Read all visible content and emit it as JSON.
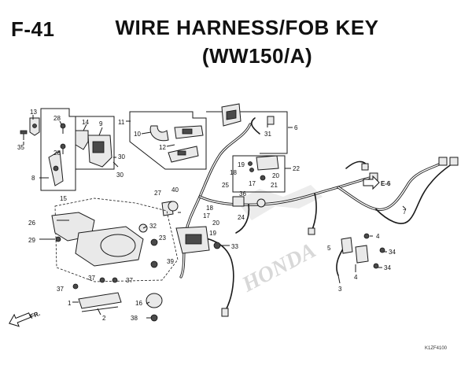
{
  "header": {
    "figure_code": "F-41",
    "title_line1": "WIRE HARNESS/FOB KEY",
    "title_line2": "(WW150/A)"
  },
  "callouts": {
    "p1": "1",
    "p2": "2",
    "p3": "3",
    "p4a": "4",
    "p4b": "4",
    "p5": "5",
    "p6": "6",
    "p7": "7",
    "p8": "8",
    "p9": "9",
    "p10": "10",
    "p11": "11",
    "p12": "12",
    "p13": "13",
    "p14": "14",
    "p15": "15",
    "p16": "16",
    "p17a": "17",
    "p17b": "17",
    "p18a": "18",
    "p18b": "18",
    "p19a": "19",
    "p19b": "19",
    "p20a": "20",
    "p20b": "20",
    "p21": "21",
    "p22": "22",
    "p23": "23",
    "p24": "24",
    "p25": "25",
    "p26": "26",
    "p27": "27",
    "p28a": "28",
    "p28b": "28",
    "p29": "29",
    "p30a": "30",
    "p30b": "30",
    "p31": "31",
    "p32": "32",
    "p33": "33",
    "p34a": "34",
    "p34b": "34",
    "p35": "35",
    "p36": "36",
    "p37a": "37",
    "p37b": "37",
    "p37c": "37",
    "p38": "38",
    "p39": "39",
    "p40": "40"
  },
  "references": {
    "e6": "E-6",
    "fr": "FR."
  },
  "watermark": "HONDA",
  "drawing_code": "K1ZF4100"
}
